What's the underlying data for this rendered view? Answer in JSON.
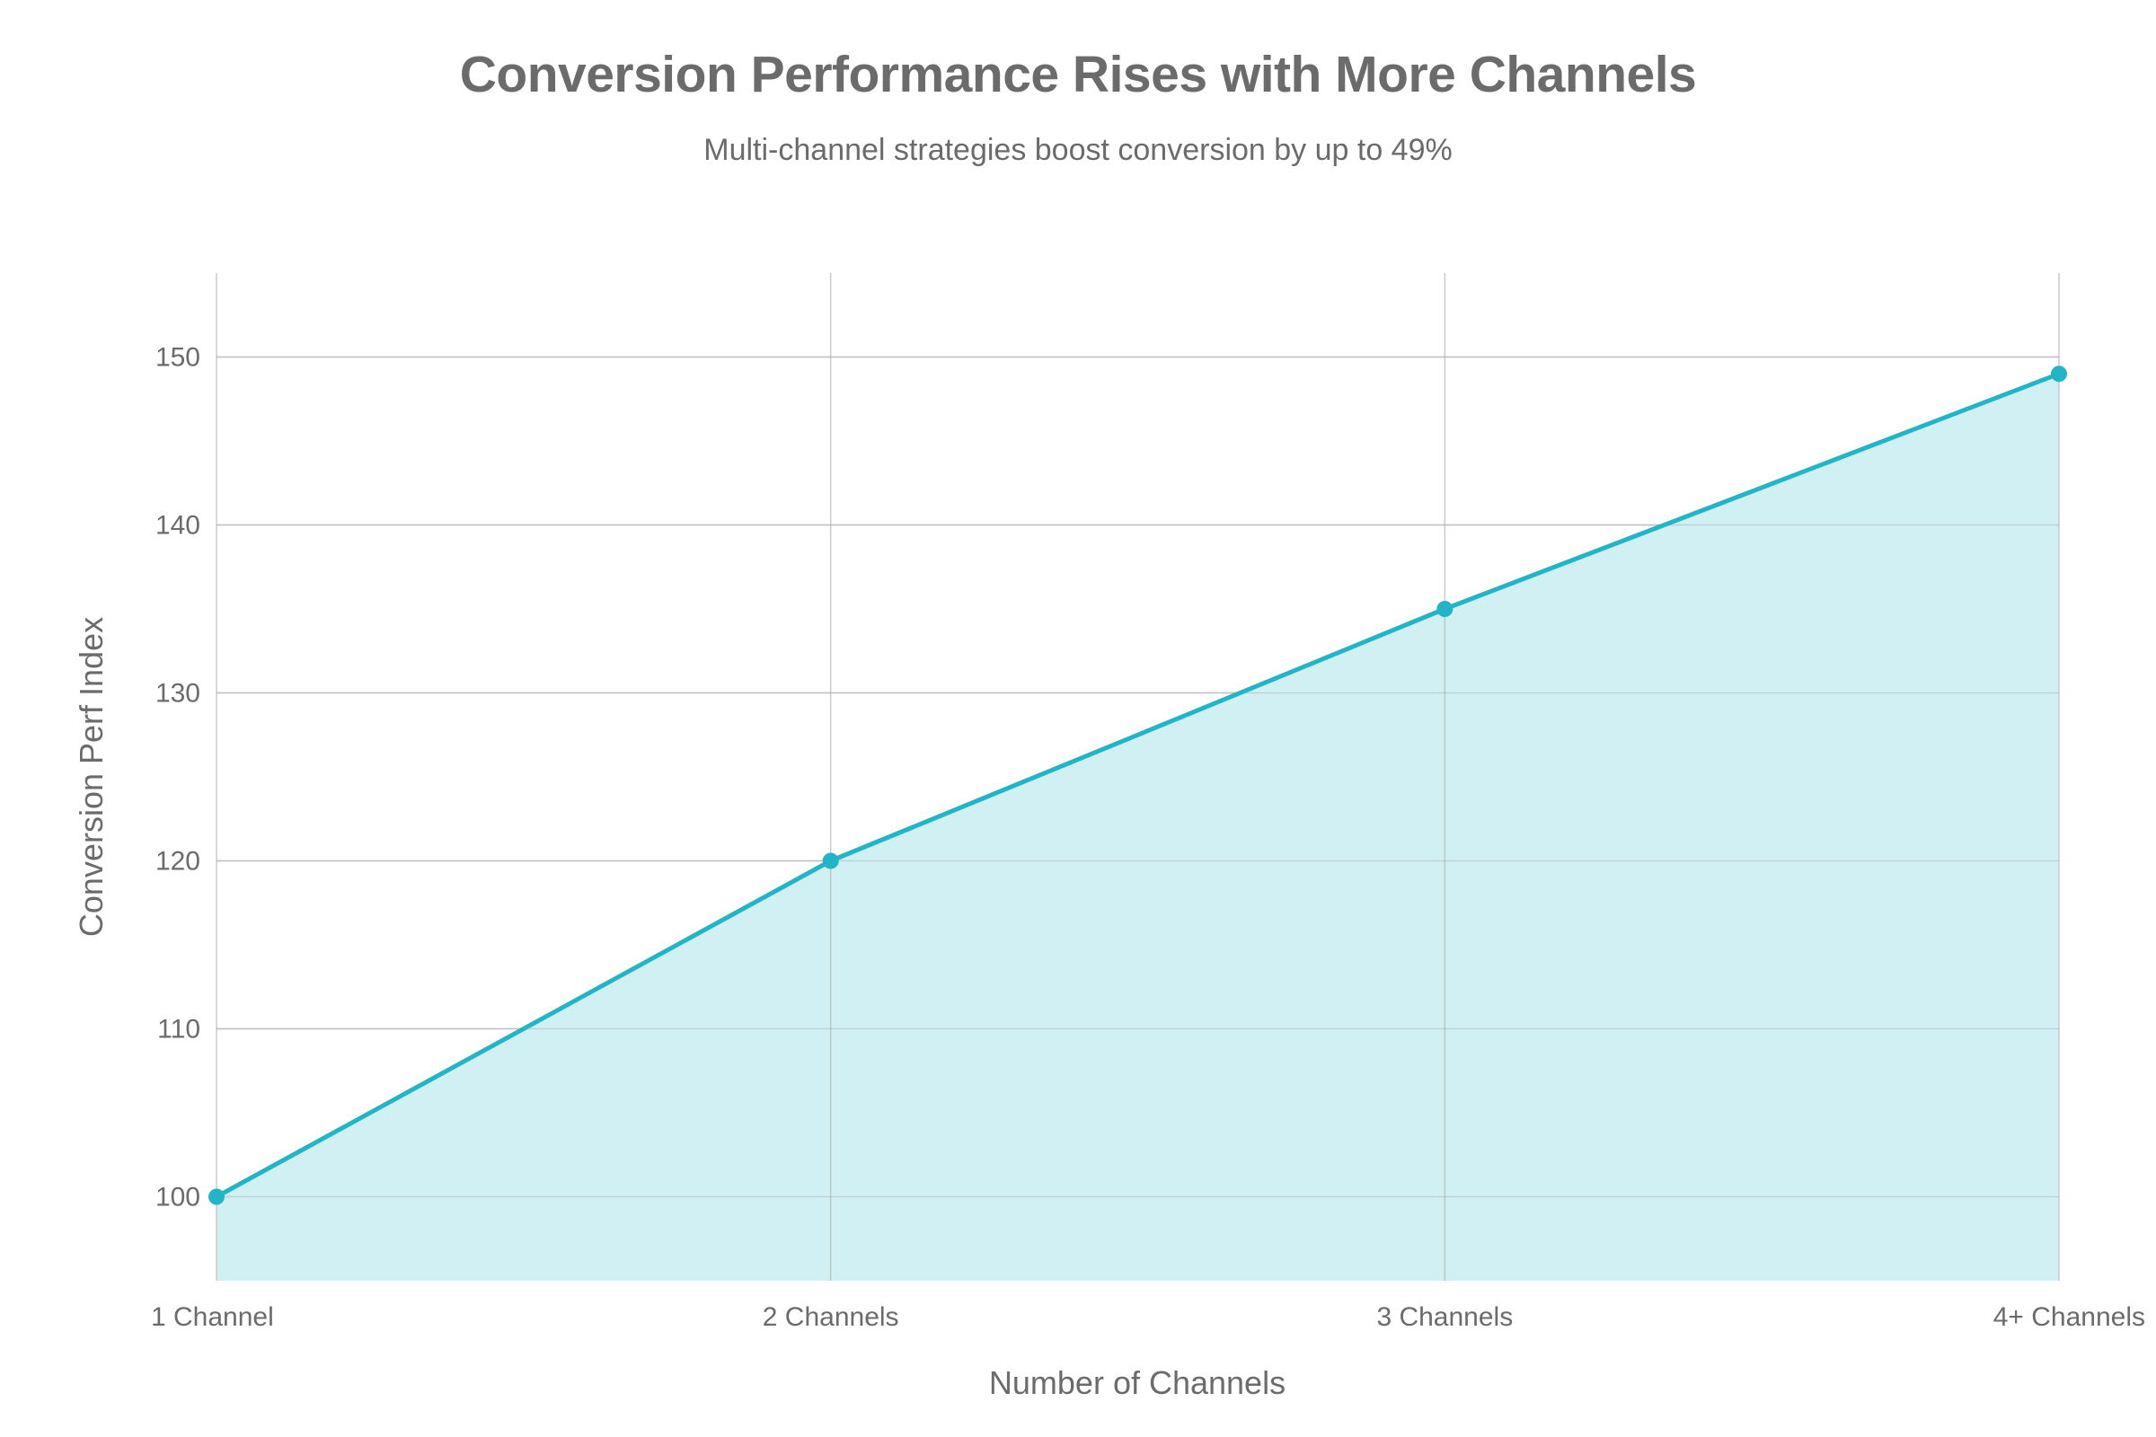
{
  "chart_data": {
    "type": "area",
    "title": "Conversion Performance Rises with More Channels",
    "subtitle": "Multi-channel strategies boost conversion by up to 49%",
    "xlabel": "Number of Channels",
    "ylabel": "Conversion Perf Index",
    "categories": [
      "1 Channel",
      "2 Channels",
      "3 Channels",
      "4+ Channels"
    ],
    "values": [
      100,
      120,
      135,
      149
    ],
    "ylim": [
      95,
      155
    ],
    "yticks": [
      100,
      110,
      120,
      130,
      140,
      150
    ],
    "grid": true,
    "legend": "none",
    "colors": {
      "line": "#22b5c8",
      "fill": "#d1f0f3",
      "grid": "#d3d3d3",
      "text": "#6b6b6b"
    }
  }
}
